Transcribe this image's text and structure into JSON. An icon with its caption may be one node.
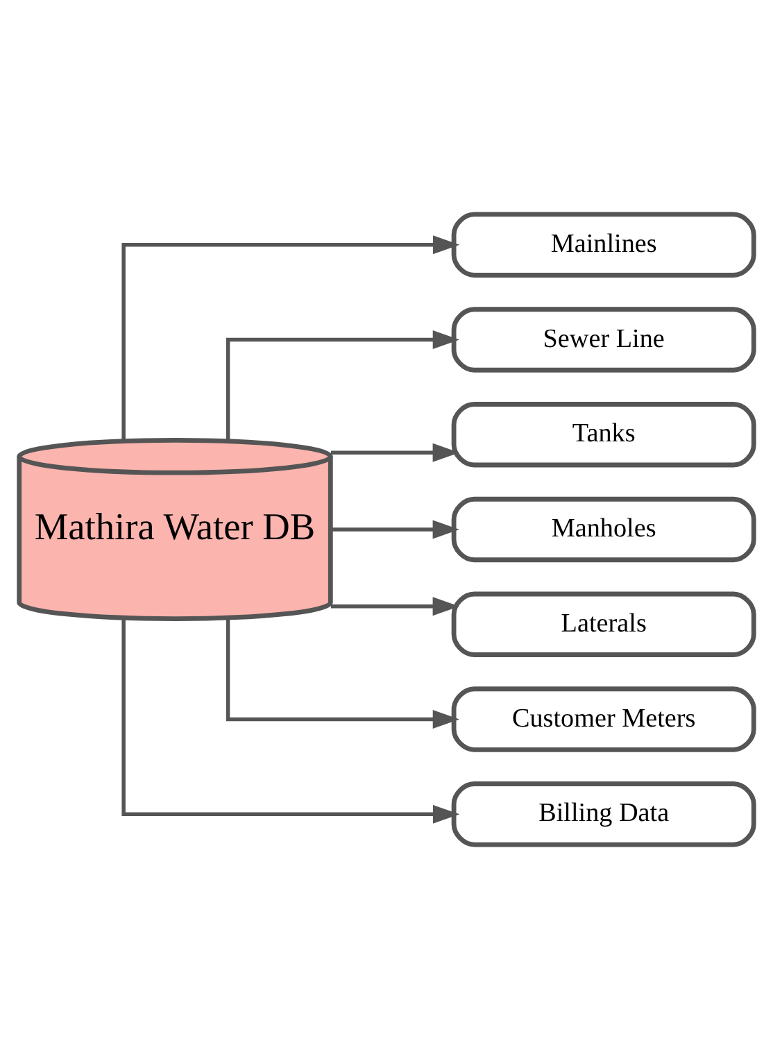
{
  "diagram": {
    "nodes": [
      {
        "text": [
          "Mathira Water DB"
        ]
      },
      {
        "text": [
          "Mainlines"
        ]
      },
      {
        "text": [
          "Sewer Line"
        ]
      },
      {
        "text": [
          "Tanks"
        ]
      },
      {
        "text": [
          "Manholes"
        ]
      },
      {
        "text": [
          "Laterals"
        ]
      },
      {
        "text": [
          "Customer Meters"
        ]
      },
      {
        "text": [
          "Billing Data"
        ]
      }
    ],
    "edges": [
      {
        "from": 0,
        "to": 1,
        "arrow": "to"
      },
      {
        "from": 0,
        "to": 2,
        "arrow": "to"
      },
      {
        "from": 0,
        "to": 3,
        "arrow": "to"
      },
      {
        "from": 0,
        "to": 4,
        "arrow": "to"
      },
      {
        "from": 0,
        "to": 5,
        "arrow": "to"
      },
      {
        "from": 0,
        "to": 6,
        "arrow": "to"
      },
      {
        "from": 0,
        "to": 7,
        "arrow": "to"
      }
    ]
  }
}
